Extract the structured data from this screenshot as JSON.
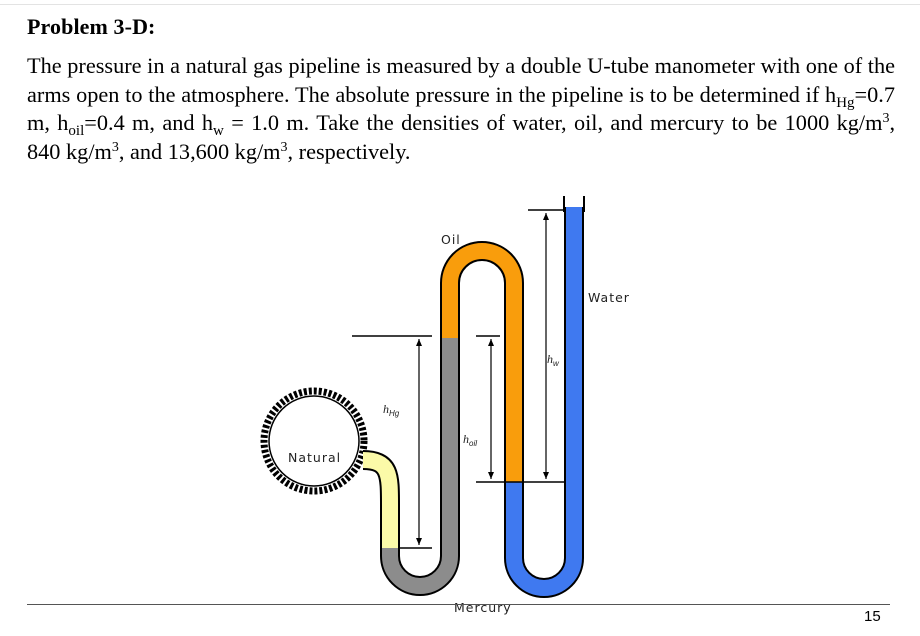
{
  "title": "Problem 3-D:",
  "problem": {
    "p1": "The pressure in a natural gas pipeline is measured by a double U-tube manometer with one of the arms open to the atmosphere. The absolute pressure in the pipeline is to be determined if h",
    "sub_hg": "Hg",
    "p2": "=0.7 m, h",
    "sub_oil": "oil",
    "p3": "=0.4 m, and h",
    "sub_w": "w",
    "p4": " = 1.0 m. Take the densities of water, oil, and mercury to be 1000 kg/m",
    "sup1": "3",
    "p5": ", 840 kg/m",
    "sup2": "3",
    "p6": ", and 13,600 kg/m",
    "sup3": "3",
    "p7": ", respectively."
  },
  "diagram": {
    "labels": {
      "natural": "Natural",
      "oil": "Oil",
      "water": "Water",
      "mercury": "Mercury",
      "h": "h",
      "hg_sub": "Hg",
      "oil_sub": "oil",
      "w_sub": "w"
    },
    "colors": {
      "gas_tube": "#fbfaa8",
      "mercury": "#8c8c8c",
      "oil": "#f99d0c",
      "water": "#3f79f0",
      "outline": "#000000"
    }
  },
  "page_number": "15"
}
